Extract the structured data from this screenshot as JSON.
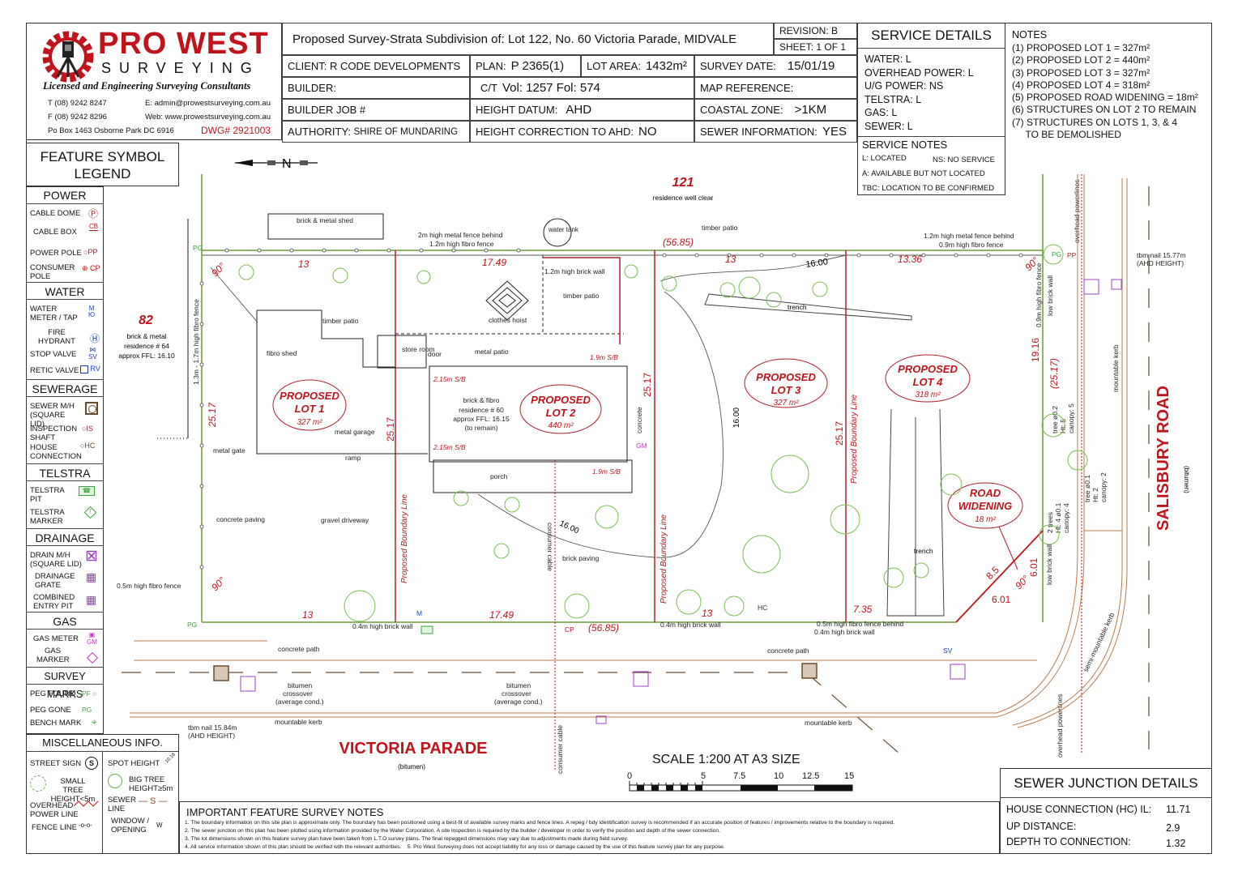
{
  "company": {
    "name_line1": "PRO WEST",
    "name_line2": "SURVEYING",
    "tagline": "Licensed and Engineering Surveying Consultants",
    "phone": "T (08) 9242 8247",
    "fax": "F (08) 9242 8296",
    "email": "E: admin@prowestsurveying.com.au",
    "web": "Web: www.prowestsurveying.com.au",
    "address": "Po Box 1463 Osborne Park DC 6916",
    "dwg": "DWG# 2921003"
  },
  "title_block": {
    "title": "Proposed Survey-Strata Subdivision of: Lot 122, No. 60 Victoria Parade, MIDVALE",
    "revision": "REVISION:  B",
    "sheet": "SHEET:  1 OF 1",
    "client_label": "CLIENT:",
    "client": "R CODE DEVELOPMENTS",
    "plan_label": "PLAN:",
    "plan": "P 2365(1)",
    "lot_area_label": "LOT AREA:",
    "lot_area": "1432m²",
    "survey_date_label": "SURVEY DATE:",
    "survey_date": "15/01/19",
    "builder_label": "BUILDER:",
    "ct_label": "C/T",
    "ct": "Vol: 1257  Fol: 574",
    "map_ref_label": "MAP REFERENCE:",
    "builder_job_label": "BUILDER JOB #",
    "height_datum_label": "HEIGHT DATUM:",
    "height_datum": "AHD",
    "coastal_label": "COASTAL ZONE:",
    "coastal": ">1KM",
    "authority_label": "AUTHORITY:",
    "authority": "SHIRE OF MUNDARING",
    "height_corr_label": "HEIGHT CORRECTION TO AHD:",
    "height_corr": "NO",
    "sewer_info_label": "SEWER INFORMATION:",
    "sewer_info": "YES"
  },
  "service_details": {
    "title": "SERVICE DETAILS",
    "items": [
      "WATER:  L",
      "OVERHEAD POWER:  L",
      "U/G POWER:  NS",
      "TELSTRA:  L",
      "GAS:  L",
      "SEWER:  L"
    ],
    "notes_title": "SERVICE NOTES",
    "notes": [
      "L: LOCATED",
      "NS: NO SERVICE",
      "A: AVAILABLE BUT NOT LOCATED",
      "TBC: LOCATION TO BE CONFIRMED"
    ]
  },
  "notes": {
    "title": "NOTES",
    "items": [
      "(1) PROPOSED LOT 1 =  327m²",
      "(2) PROPOSED LOT 2 =  440m²",
      "(3) PROPOSED LOT 3 =  327m²",
      "(4) PROPOSED LOT 4 =  318m²",
      "(5) PROPOSED ROAD WIDENING =  18m²",
      "(6) STRUCTURES ON LOT 2 TO REMAIN",
      "(7) STRUCTURES ON LOTS 1, 3, & 4",
      "     TO BE DEMOLISHED"
    ]
  },
  "legend": {
    "title_line1": "FEATURE SYMBOL",
    "title_line2": "LEGEND",
    "power": {
      "title": "POWER",
      "items": [
        {
          "label": "CABLE DOME",
          "symbol": "Ⓟ"
        },
        {
          "label": "CABLE BOX",
          "symbol": "CB"
        },
        {
          "label": "POWER POLE",
          "symbol": "○PP"
        },
        {
          "label": "CONSUMER POLE",
          "symbol": "⊕ CP"
        }
      ]
    },
    "water": {
      "title": "WATER",
      "items": [
        {
          "label": "WATER METER / TAP",
          "symbol": "M"
        },
        {
          "label": "FIRE HYDRANT",
          "symbol": "Ⓗ"
        },
        {
          "label": "STOP VALVE",
          "symbol": "SV"
        },
        {
          "label": "RETIC VALVE",
          "symbol": "RV"
        }
      ]
    },
    "sewerage": {
      "title": "SEWERAGE",
      "items": [
        {
          "label": "SEWER M/H (SQUARE LID)",
          "symbol": ""
        },
        {
          "label": "INSPECTION SHAFT",
          "symbol": "○IS"
        },
        {
          "label": "HOUSE CONNECTION",
          "symbol": "○HC"
        }
      ]
    },
    "telstra": {
      "title": "TELSTRA",
      "items": [
        {
          "label": "TELSTRA PIT",
          "symbol": "☎"
        },
        {
          "label": "TELSTRA MARKER",
          "symbol": "T"
        }
      ]
    },
    "drainage": {
      "title": "DRAINAGE",
      "items": [
        {
          "label": "DRAIN M/H (SQUARE LID)",
          "symbol": "⊠"
        },
        {
          "label": "DRAINAGE GRATE",
          "symbol": "▦"
        },
        {
          "label": "COMBINED ENTRY PIT",
          "symbol": "▦"
        }
      ]
    },
    "gas": {
      "title": "GAS",
      "items": [
        {
          "label": "GAS METER",
          "symbol": "GM"
        },
        {
          "label": "GAS MARKER",
          "symbol": "G"
        }
      ]
    },
    "survey_marks": {
      "title": "SURVEY MARKS",
      "items": [
        {
          "label": "PEG FOUND",
          "symbol": "PF ○"
        },
        {
          "label": "PEG GONE",
          "symbol": "PG"
        },
        {
          "label": "BENCH MARK",
          "symbol": "⌖"
        }
      ]
    },
    "misc": {
      "title": "MISCELLANEOUS INFO.",
      "items": [
        {
          "label": "STREET SIGN",
          "symbol": "S"
        },
        {
          "label": "SMALL TREE HEIGHT<5m",
          "symbol": ""
        },
        {
          "label": "OVERHEAD POWER LINE",
          "symbol": ""
        },
        {
          "label": "FENCE LINE",
          "symbol": "-o-o-"
        },
        {
          "label": "SPOT HEIGHT",
          "symbol": "10.16"
        },
        {
          "label": "BIG TREE HEIGHT≥5m",
          "symbol": ""
        },
        {
          "label": "SEWER LINE",
          "symbol": "— S —"
        },
        {
          "label": "WINDOW / OPENING",
          "symbol": "W"
        }
      ]
    }
  },
  "important_notes": {
    "title": "IMPORTANT FEATURE SURVEY NOTES",
    "items": [
      "1. The boundary information on this site plan is approximate only. The boundary has been positioned using a best-fit of available survey marks and fence lines. A repeg / bdy identification survey is recommended if an accurate position of features / improvements relative to the boundary is required.",
      "2. The sewer junction on this plan has been plotted using information provided by the Water Corporation. A site inspection is required by the builder / developer in order to verify the position and depth of the sewer connection.",
      "3. The lot dimensions shown on this feature survey plan have been taken from L.T.O survey plans. The final repegged dimensions may vary due to adjustments made during field survey.",
      "4. All service information shown of this plan should be verified with the relevant authorities.    5. Pro West Surveying does not accept liability for any loss or damage caused by the use of this feature survey plan for any purpose."
    ]
  },
  "sewer_junction": {
    "title": "SEWER JUNCTION DETAILS",
    "rows": [
      {
        "label": "HOUSE CONNECTION (HC) IL:",
        "value": "11.71"
      },
      {
        "label": "UP DISTANCE:",
        "value": "2.9"
      },
      {
        "label": "DEPTH TO CONNECTION:",
        "value": "1.32"
      }
    ]
  },
  "scale": {
    "title": "SCALE 1:200 AT A3 SIZE",
    "ticks": [
      "0",
      "5",
      "7.5",
      "10",
      "12.5",
      "15"
    ]
  },
  "plan": {
    "north": "N",
    "lots": [
      {
        "name": "PROPOSED",
        "lot": "LOT 1",
        "area": "327 m²"
      },
      {
        "name": "PROPOSED",
        "lot": "LOT 2",
        "area": "440 m²"
      },
      {
        "name": "PROPOSED",
        "lot": "LOT 3",
        "area": "327 m²"
      },
      {
        "name": "PROPOSED",
        "lot": "LOT 4",
        "area": "318 m²"
      }
    ],
    "road_widening": {
      "line1": "ROAD",
      "line2": "WIDENING",
      "area": "18 m²"
    },
    "neighbour_82": {
      "number": "82",
      "desc1": "brick & metal",
      "desc2": "residence # 64",
      "desc3": "approx FFL: 16.10"
    },
    "neighbour_121": {
      "number": "121",
      "desc": "residence well clear"
    },
    "residence_60": {
      "l1": "brick & fibro",
      "l2": "residence # 60",
      "l3": "approx FFL: 16.15",
      "l4": "(to remain)"
    },
    "streets": {
      "victoria": "VICTORIA  PARADE",
      "victoria_sub": "(bitumen)",
      "salisbury": "SALISBURY  ROAD",
      "salisbury_sub": "(bitumen)"
    },
    "dims": {
      "top": [
        "13",
        "17.49",
        "(56.85)",
        "13",
        "13.36"
      ],
      "bottom": [
        "13",
        "17.49",
        "(56.85)",
        "13",
        "7.35"
      ],
      "side": [
        "25.17",
        "25.17",
        "25.17",
        "25.17",
        "19.16",
        "(25.17)"
      ],
      "angles": [
        "90°",
        "90°",
        "90°",
        "90°"
      ],
      "trunc": [
        "8.5",
        "6.01",
        "6.01"
      ]
    },
    "labels": {
      "shed": "brick & metal shed",
      "fence_top1": "2m high metal fence behind",
      "fence_top2": "1.2m high fibro fence",
      "water_tank": "water tank",
      "brick_wall": "1.2m high brick wall",
      "timber_patio": "timber patio",
      "timber_patio2": "timber patio",
      "timber_patio3": "timber patio",
      "clothes_hoist": "clothes hoist",
      "metal_patio": "metal patio",
      "store_room": "store room",
      "door": "door",
      "fibro_shed": "fibro shed",
      "metal_garage": "metal garage",
      "metal_gate": "metal gate",
      "ramp": "ramp",
      "concrete_paving": "concrete paving",
      "gravel_driveway": "gravel driveway",
      "porch": "porch",
      "brick_paving": "brick paving",
      "concrete": "concrete",
      "consumer_cable": "consumer cable",
      "trench": "trench",
      "fence_right1": "1.2m high metal fence behind",
      "fence_right2": "0.9m high fibro fence",
      "fence_left": "1.3m - 1.7m high fibro fence",
      "fence_05": "0.5m high fibro fence",
      "brick_wall_04": "0.4m high brick wall",
      "fence_05b": "0.5m high fibro fence behind",
      "brick_wall_04b": "0.4m high brick wall",
      "concrete_path": "concrete path",
      "bitumen_crossover": [
        "bitumen",
        "crossover",
        "(average cond.)"
      ],
      "mountable_kerb": "mountable kerb",
      "semi_mountable_kerb": "semi-mountable kerb",
      "tbm_left": [
        "tbm nail 15.84m",
        "(AHD HEIGHT)"
      ],
      "tbm_right": [
        "tbm nail 15.77m",
        "(AHD HEIGHT)"
      ],
      "overhead_powerlines": "overhead powerlines",
      "low_brick_wall": "low brick wall",
      "fence_09": "0.9m high fibro fence",
      "sb_215": "2.15m S/B",
      "sb_19": "1.9m S/B",
      "proposed_boundary": "Proposed Boundary Line",
      "tree1": [
        "tree ø0.2",
        "Ht: 5",
        "canopy: 5"
      ],
      "tree2": [
        "tree ø0.1",
        "Ht: 2",
        "canopy: 2"
      ],
      "tree3": [
        "2 trees",
        "Ht: 4 ø0.1",
        "canopy: 4"
      ],
      "contour": "16.00",
      "pg": "PG",
      "pp": "PP",
      "cp": "CP",
      "hc": "HC",
      "gm": "GM",
      "sv": "SV",
      "m": "M"
    }
  }
}
